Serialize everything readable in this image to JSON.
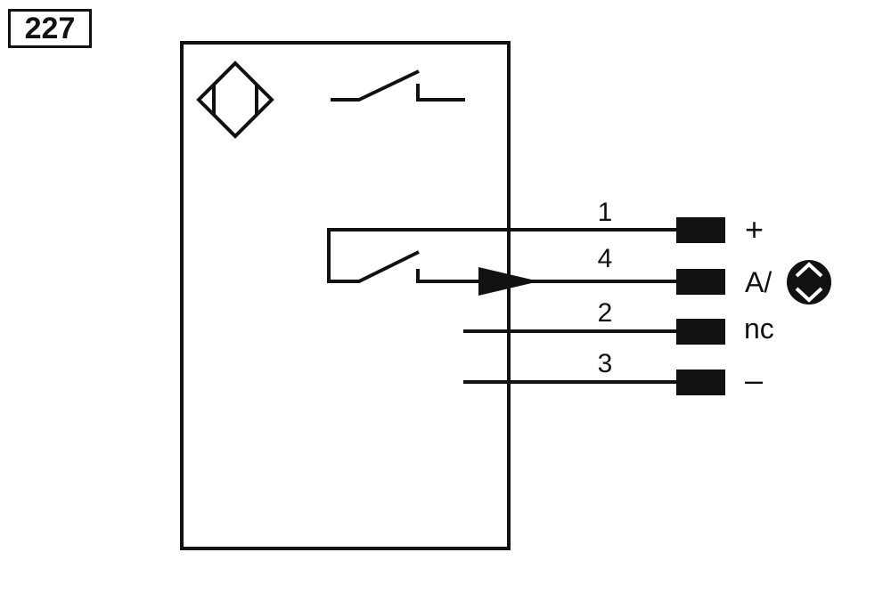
{
  "diagram_code": "227",
  "colors": {
    "ink": "#111111",
    "background": "#ffffff"
  },
  "icons": {
    "sensor": "inductive-sensor-diamond-icon",
    "output": "output-signal-function-icon",
    "switch": "normally-open-switch-icon"
  },
  "pins": [
    {
      "number": "1",
      "label": "+"
    },
    {
      "number": "4",
      "label": "A/"
    },
    {
      "number": "2",
      "label": "nc"
    },
    {
      "number": "3",
      "label": "–"
    }
  ]
}
